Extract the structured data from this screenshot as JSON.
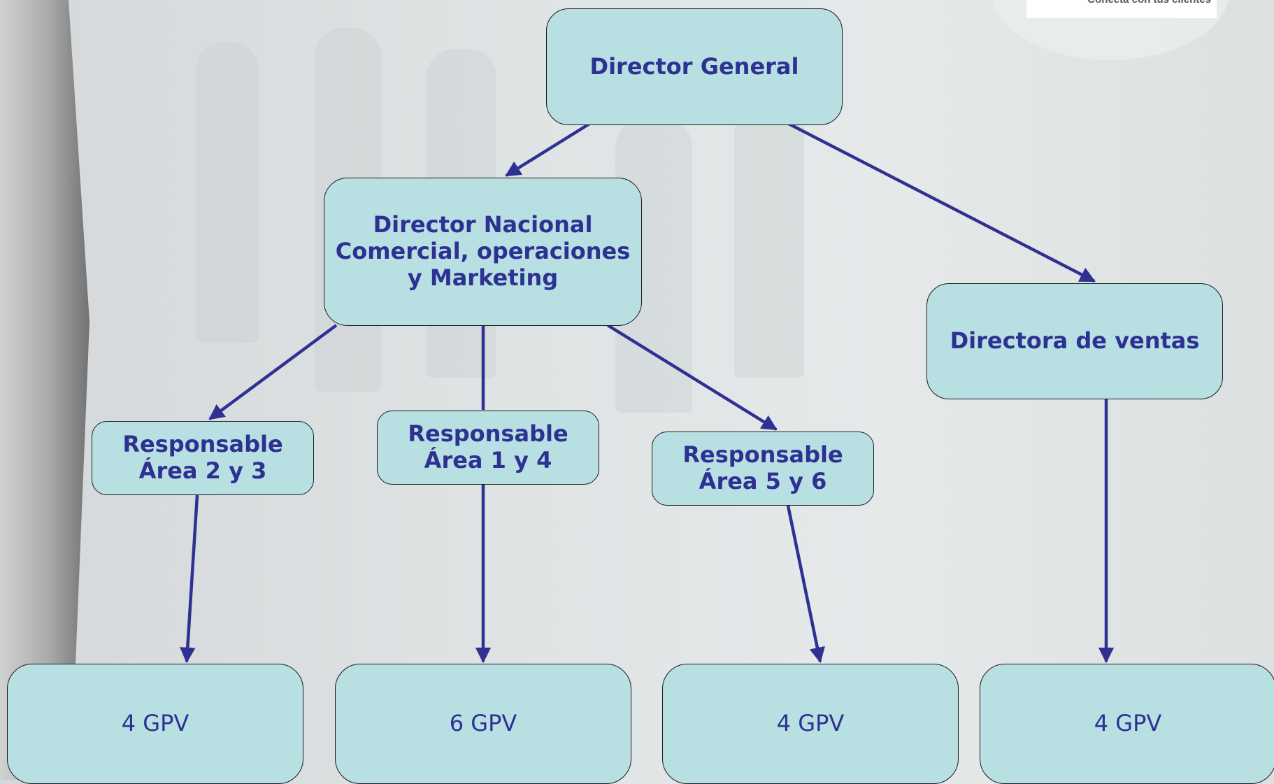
{
  "logo": {
    "tagline": "Conecta con tus clientes"
  },
  "org_chart": {
    "director_general": "Director General",
    "director_nacional": "Director Nacional\nComercial, operaciones\ny Marketing",
    "directora_ventas": "Directora de ventas",
    "responsables": [
      {
        "label": "Responsable\nÁrea 2 y 3"
      },
      {
        "label": "Responsable\nÁrea 1 y 4"
      },
      {
        "label": "Responsable\nÁrea 5 y 6"
      }
    ],
    "gpv_teams": [
      {
        "label": "4 GPV"
      },
      {
        "label": "6 GPV"
      },
      {
        "label": "4 GPV"
      },
      {
        "label": "4 GPV"
      }
    ]
  },
  "colors": {
    "box_fill": "#b8e0e3",
    "text": "#2e3192",
    "connector": "#2e3192",
    "border": "#1a1a1a"
  }
}
